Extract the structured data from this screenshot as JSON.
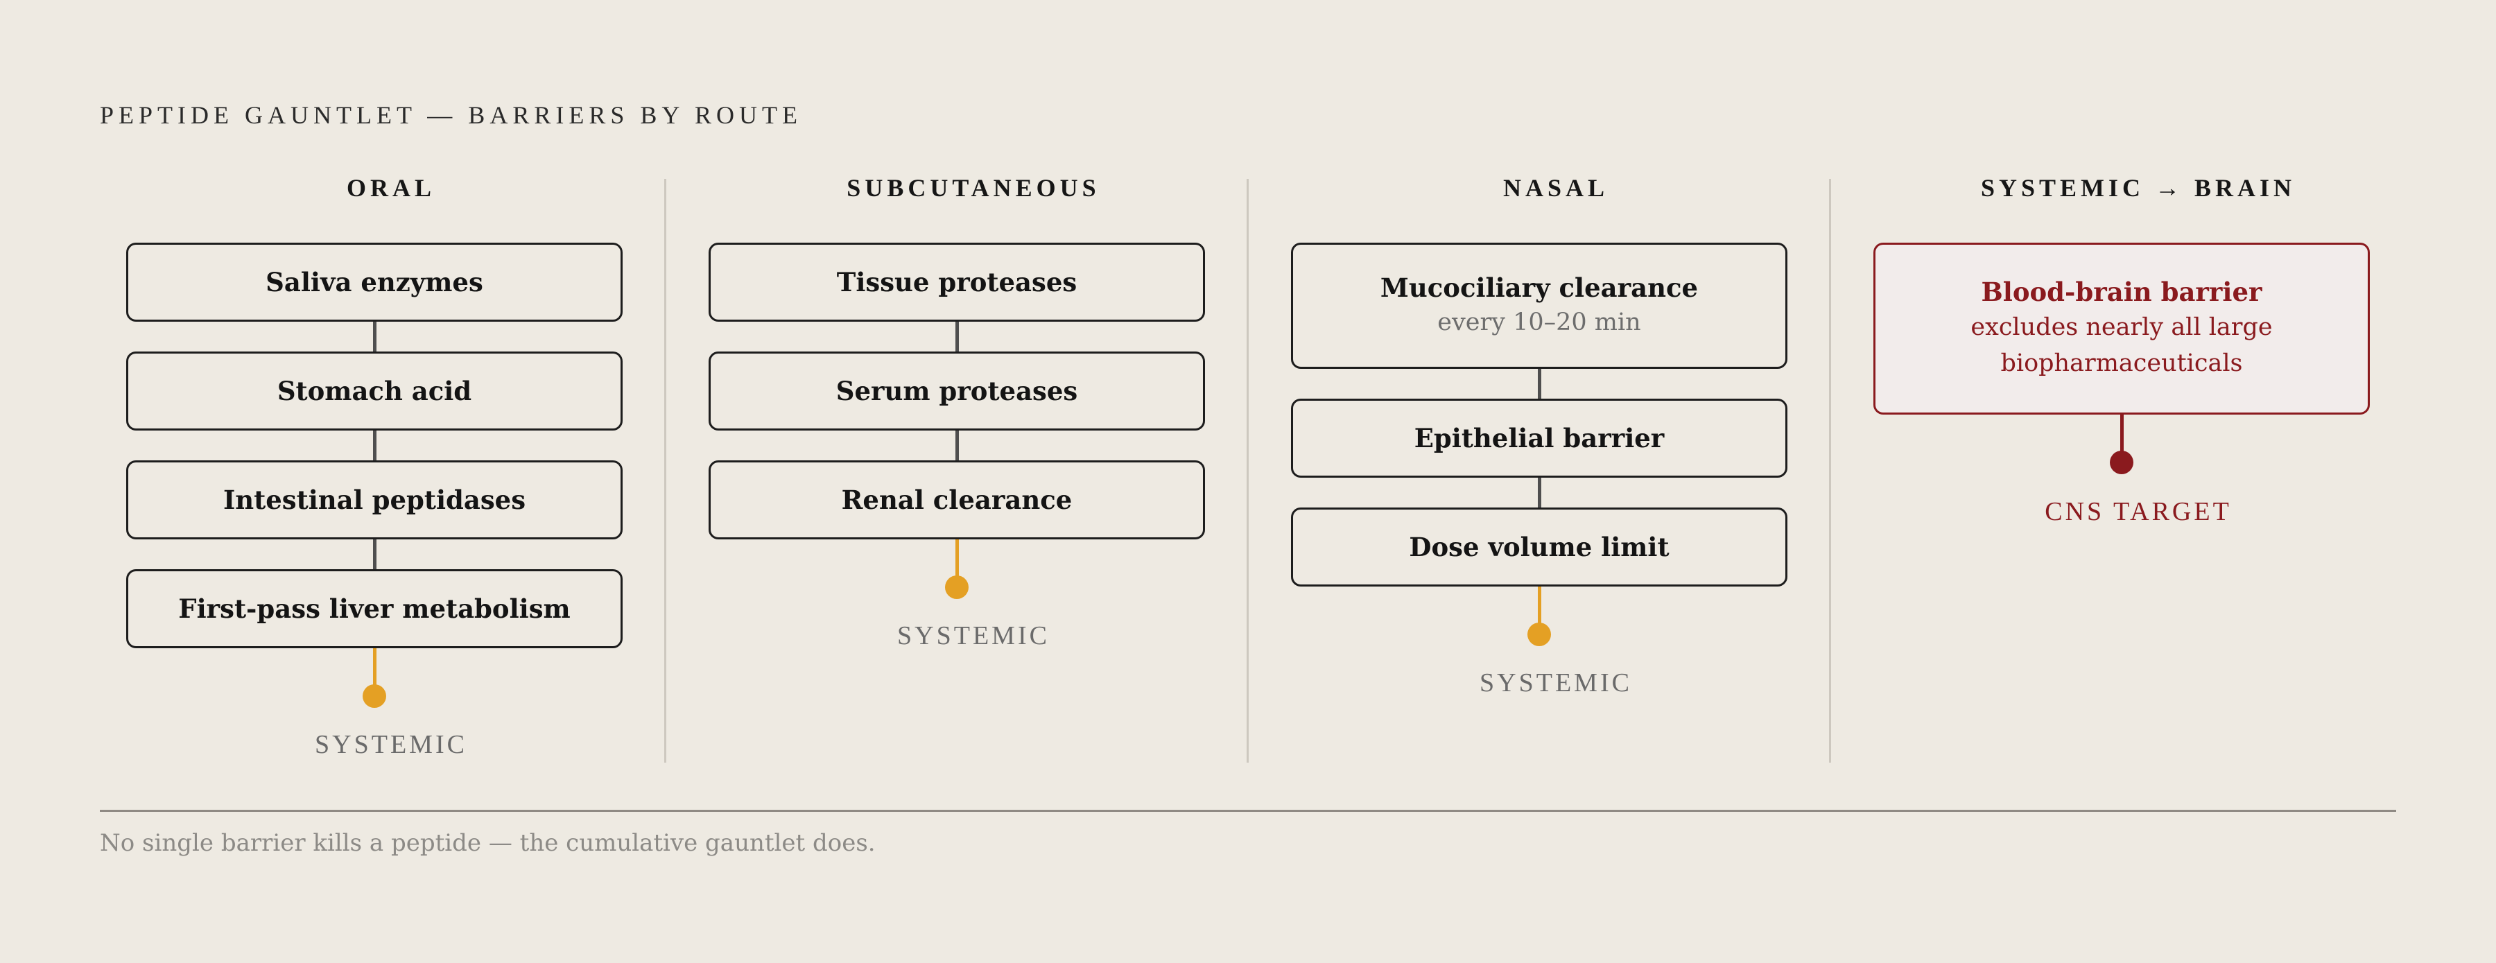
{
  "kicker": "PEPTIDE GAUNTLET — BARRIERS BY ROUTE",
  "columns": [
    {
      "heading": "ORAL",
      "barriers": [
        {
          "title": "Saliva enzymes"
        },
        {
          "title": "Stomach acid"
        },
        {
          "title": "Intestinal peptidases"
        },
        {
          "title": "First-pass liver metabolism"
        }
      ],
      "outcome": "SYSTEMIC"
    },
    {
      "heading": "SUBCUTANEOUS",
      "barriers": [
        {
          "title": "Tissue proteases"
        },
        {
          "title": "Serum proteases"
        },
        {
          "title": "Renal clearance"
        }
      ],
      "outcome": "SYSTEMIC"
    },
    {
      "heading": "NASAL",
      "barriers": [
        {
          "title": "Mucociliary clearance",
          "sub": [
            "every 10–20 min"
          ]
        },
        {
          "title": "Epithelial barrier"
        },
        {
          "title": "Dose volume limit"
        }
      ],
      "outcome": "SYSTEMIC"
    },
    {
      "heading": "SYSTEMIC → BRAIN",
      "barriers": [
        {
          "title": "Blood-brain barrier",
          "sub": [
            "excludes nearly all large",
            "biopharmaceuticals"
          ]
        }
      ],
      "outcome": "CNS TARGET"
    }
  ],
  "footer": "No single barrier kills a peptide — the cumulative gauntlet does.",
  "colors": {
    "background": "#eeeae2",
    "systemic_accent": "#e4a024",
    "cns_accent": "#8a1a1e"
  }
}
